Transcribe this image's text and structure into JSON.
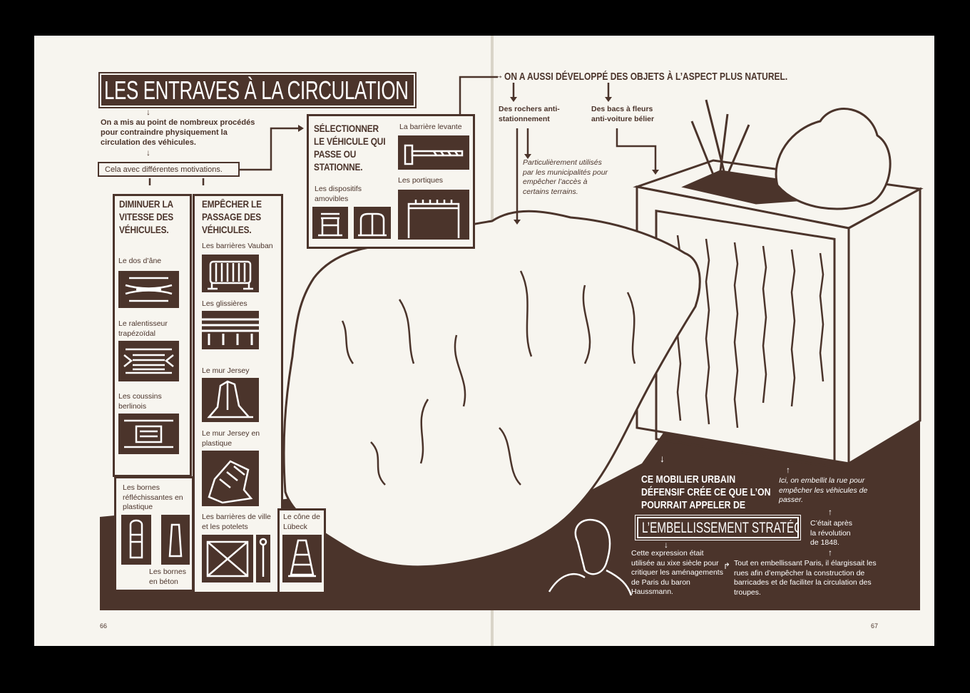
{
  "colors": {
    "brown": "#4b342b",
    "paper": "#f7f5ef"
  },
  "left_page": {
    "title": "LES ENTRAVES À LA CIRCULATION",
    "intro": "On a mis au point de nombreux procédés pour contraindre physiquement la circulation des véhicules.",
    "motivations": "Cela avec différentes motivations.",
    "slow": {
      "heading": "DIMINUER LA VITESSE DES VÉHICULES.",
      "items": [
        "Le dos d’âne",
        "Le ralentisseur trapézoïdal",
        "Les coussins berlinois"
      ]
    },
    "block": {
      "heading": "EMPÊCHER LE PASSAGE DES VÉHICULES.",
      "items": [
        "Les barrières Vauban",
        "Les glissières",
        "Le mur Jersey",
        "Le mur Jersey en plastique",
        "Les barrières de ville et les potelets",
        "Le cône de Lübeck"
      ]
    },
    "bornes": {
      "plastic": "Les bornes réfléchissantes en plastique",
      "concrete": "Les bornes en béton"
    },
    "select": {
      "heading": "SÉLECTIONNER LE VÉHICULE QUI PASSE OU STATIONNE.",
      "items": [
        "La barrière levante",
        "Les portiques",
        "Les dispositifs amovibles"
      ]
    },
    "page_number": "66"
  },
  "right_page": {
    "heading": "ON A AUSSI DÉVELOPPÉ DES OBJETS À L’ASPECT PLUS NATUREL.",
    "rocks": "Des rochers anti-stationnement",
    "planters": "Des bacs à fleurs anti-voiture bélier",
    "rocks_note": "Particulièrement utilisés par les municipalités pour empêcher l’accès à certains terrains.",
    "mobilier": "CE MOBILIER URBAIN DÉFENSIF CRÉE CE QUE L’ON  POURRAIT APPELER DE",
    "embellissement": "L’EMBELLISSEMENT STRATÉGIQUE.",
    "expression": "Cette expression était utilisée au xixe siècle pour critiquer les aménagements de Paris du baron Haussmann.",
    "haussmann": "Tout en embellissant Paris, il élargissait les rues afin d’empêcher la construction de barricades et de faciliter la circulation des troupes.",
    "ici": "Ici, on embellit la rue pour empêcher les véhicules de passer.",
    "revolution": "C’était après la révolution de 1848.",
    "page_number": "67"
  }
}
